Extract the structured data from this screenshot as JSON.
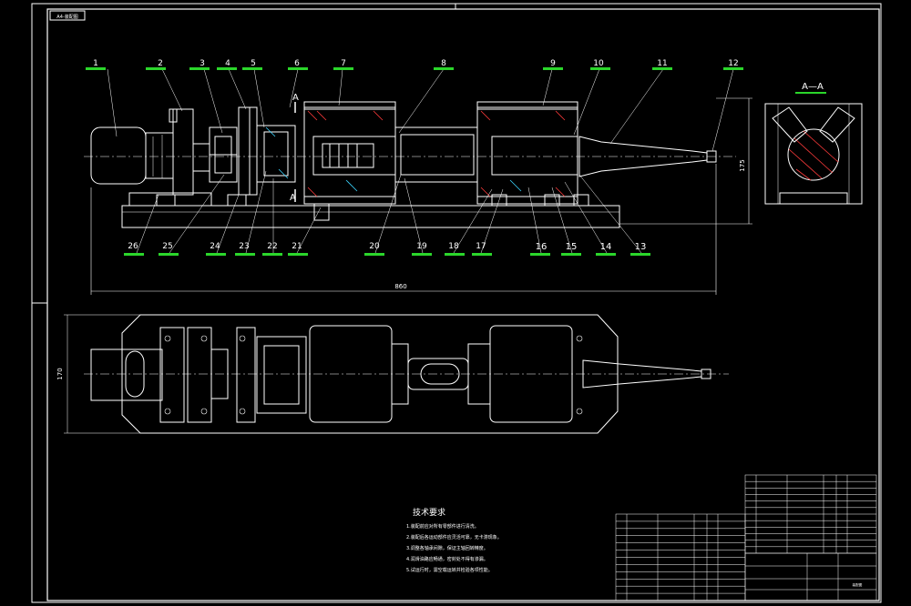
{
  "title_tab": "A4-装配图",
  "section_label": "A—A",
  "section_mark": "A",
  "part_numbers_top": [
    "1",
    "2",
    "3",
    "4",
    "5",
    "6",
    "7",
    "8",
    "9",
    "10",
    "11",
    "12"
  ],
  "part_numbers_bottom": [
    "26",
    "25",
    "24",
    "23",
    "22",
    "21",
    "20",
    "19",
    "18",
    "17",
    "16",
    "15",
    "14",
    "13"
  ],
  "dimensions": {
    "overall_length": "860",
    "height": "175",
    "width": "170"
  },
  "tech_requirements": {
    "heading": "技术要求",
    "items": [
      "1.装配前应对所有零部件进行清洗。",
      "2.装配后各运动部件应灵活可靠，无卡滞现象。",
      "3.调整各轴承间隙，保证主轴回转精度。",
      "4.润滑油路应畅通，密封处不得有渗漏。",
      "5.试运行时，需空载运转并检验各项性能。"
    ]
  },
  "drawing_number": "装配图"
}
